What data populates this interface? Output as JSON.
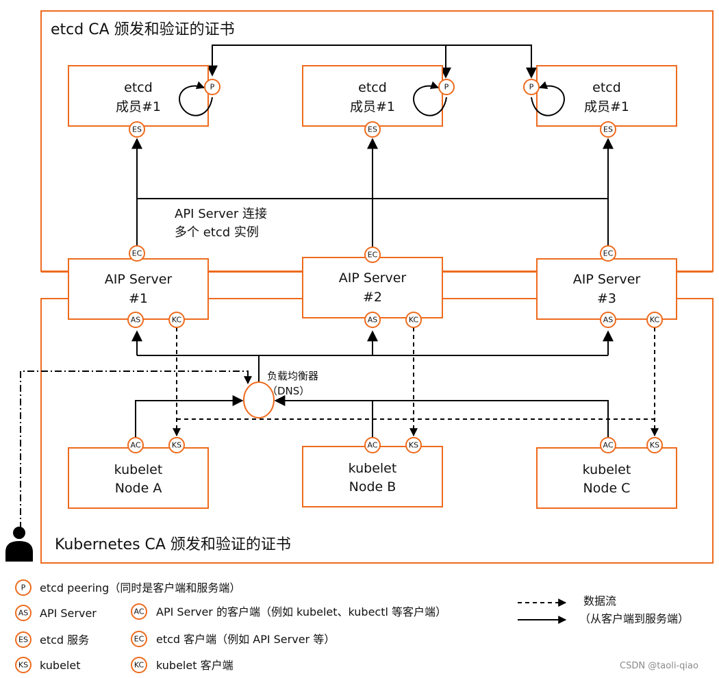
{
  "regions": {
    "etcd_region_title": "etcd CA 颁发和验证的证书",
    "k8s_region_title": "Kubernetes CA 颁发和验证的证书"
  },
  "etcd_members": [
    {
      "line1": "etcd",
      "line2": "成员#1"
    },
    {
      "line1": "etcd",
      "line2": "成员#1"
    },
    {
      "line1": "etcd",
      "line2": "成员#1"
    }
  ],
  "api_servers": [
    {
      "line1": "AIP Server",
      "line2": "#1"
    },
    {
      "line1": "AIP Server",
      "line2": "#2"
    },
    {
      "line1": "AIP Server",
      "line2": "#3"
    }
  ],
  "kubelets": [
    {
      "line1": "kubelet",
      "line2": "Node A"
    },
    {
      "line1": "kubelet",
      "line2": "Node B"
    },
    {
      "line1": "kubelet",
      "line2": "Node C"
    }
  ],
  "badges": {
    "P": "P",
    "ES": "ES",
    "EC": "EC",
    "AS": "AS",
    "KC": "KC",
    "AC": "AC",
    "KS": "KS"
  },
  "annotation": {
    "line1": "API Server 连接",
    "line2": "多个 etcd 实例"
  },
  "load_balancer": {
    "line1": "负载均衡器",
    "line2": "（DNS）"
  },
  "legend": {
    "P": "etcd peering（同时是客户端和服务端）",
    "AS": "API Server",
    "ES": "etcd 服务",
    "KS": "kubelet",
    "AC": "API Server 的客户端（例如 kubelet、kubectl 等客户端）",
    "EC": "etcd 客户端（例如 API Server 等）",
    "KC": "kubelet 客户端",
    "dataflow": "数据流",
    "dataflow_desc": "（从客户端到服务端）"
  },
  "watermark": "CSDN @taoli-qiao",
  "colors": {
    "accent": "#ee6a1c",
    "line": "#000000"
  }
}
